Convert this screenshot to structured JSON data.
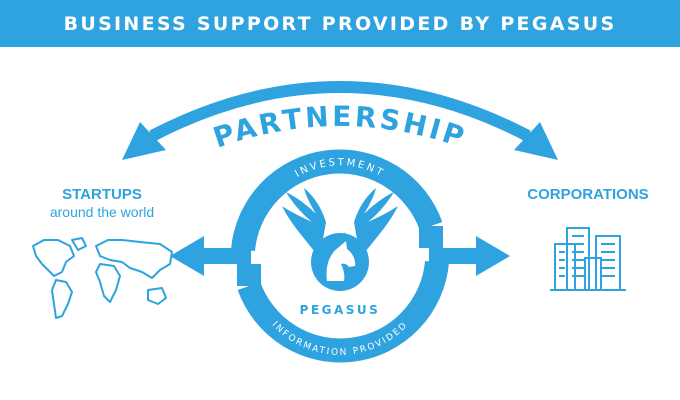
{
  "header": {
    "title": "BUSINESS SUPPORT PROVIDED BY PEGASUS"
  },
  "partnership": {
    "label": "PARTNERSHIP"
  },
  "startups": {
    "title": "STARTUPS",
    "subtitle": "around the world",
    "icon": "world-map-icon"
  },
  "corporations": {
    "title": "CORPORATIONS",
    "icon": "buildings-icon"
  },
  "pegasus": {
    "name": "PEGASUS",
    "icon": "pegasus-logo-icon"
  },
  "flows": {
    "top": "INVESTMENT",
    "bottom": "INFORMATION PROVIDED"
  },
  "colors": {
    "primary": "#2ea3df",
    "background": "#ffffff"
  }
}
